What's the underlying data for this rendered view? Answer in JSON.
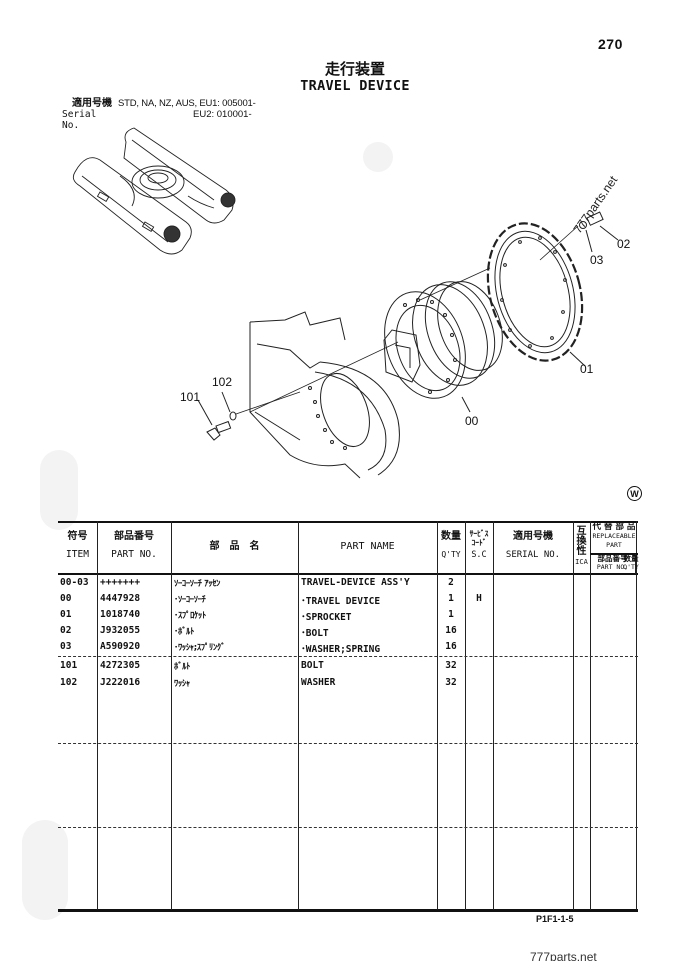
{
  "page": {
    "number": "270",
    "title_jp": "走行装置",
    "title_en": "TRAVEL DEVICE",
    "serial": {
      "label_jp": "適用号機",
      "label_en": "Serial No.",
      "line1": "STD, NA, NZ, AUS, EU1: 005001-",
      "line2": "EU2: 010001-"
    },
    "symbol_mark": "W",
    "footer_code": "P1F1-1-5",
    "footer_site": "777parts.net"
  },
  "diagram": {
    "description": "Exploded view of excavator travel device: undercarriage overview, travel motor, frame bracket, sprocket, bolts and washers",
    "watermark": "777parts.net",
    "callouts": [
      {
        "id": "00",
        "label": "00"
      },
      {
        "id": "01",
        "label": "01"
      },
      {
        "id": "02",
        "label": "02"
      },
      {
        "id": "03",
        "label": "03"
      },
      {
        "id": "101",
        "label": "101"
      },
      {
        "id": "102",
        "label": "102"
      }
    ]
  },
  "table": {
    "headers": {
      "item_jp": "符号",
      "item_en": "ITEM",
      "partno_jp": "部品番号",
      "partno_en": "PART NO.",
      "name_jp": "部　品　名",
      "name_en": "PART NAME",
      "qty_jp": "数量",
      "qty_en": "Q'TY",
      "sc_jp1": "ｻｰﾋﾞｽ",
      "sc_jp2": "ｺｰﾄﾞ",
      "sc_en": "S.C",
      "serial_jp": "適用号機",
      "serial_en": "SERIAL NO.",
      "ica_jp1": "互",
      "ica_jp2": "換",
      "ica_jp3": "性",
      "ica_en": "ICA",
      "repl_jp": "代 替 部 品",
      "repl_en1": "REPLACEABLE",
      "repl_en2": "PART",
      "repl_partno_jp": "部品番号",
      "repl_partno_en": "PART NO.",
      "repl_qty_jp": "数量",
      "repl_qty_en": "Q'TY"
    },
    "rows": [
      {
        "item": "00-03",
        "part_no": "+++++++",
        "name_jp": "ｿｰｺｰｿｰﾁ ｱｯｾﾝ",
        "name_en": "TRAVEL-DEVICE ASS'Y",
        "qty": "2",
        "sc": ""
      },
      {
        "item": "00",
        "part_no": "4447928",
        "name_jp": "･ｿｰｺｰｿｰﾁ",
        "name_en": "･TRAVEL DEVICE",
        "qty": "1",
        "sc": "H"
      },
      {
        "item": "01",
        "part_no": "1018740",
        "name_jp": "･ｽﾌﾟﾛｹｯﾄ",
        "name_en": "･SPROCKET",
        "qty": "1",
        "sc": ""
      },
      {
        "item": "02",
        "part_no": "J932055",
        "name_jp": "･ﾎﾞﾙﾄ",
        "name_en": "･BOLT",
        "qty": "16",
        "sc": ""
      },
      {
        "item": "03",
        "part_no": "A590920",
        "name_jp": "･ﾜｯｼｬ;ｽﾌﾟﾘﾝｸﾞ",
        "name_en": "･WASHER;SPRING",
        "qty": "16",
        "sc": ""
      },
      {
        "item": "101",
        "part_no": "4272305",
        "name_jp": "ﾎﾞﾙﾄ",
        "name_en": "BOLT",
        "qty": "32",
        "sc": ""
      },
      {
        "item": "102",
        "part_no": "J222016",
        "name_jp": "ﾜｯｼｬ",
        "name_en": "WASHER",
        "qty": "32",
        "sc": ""
      }
    ]
  }
}
